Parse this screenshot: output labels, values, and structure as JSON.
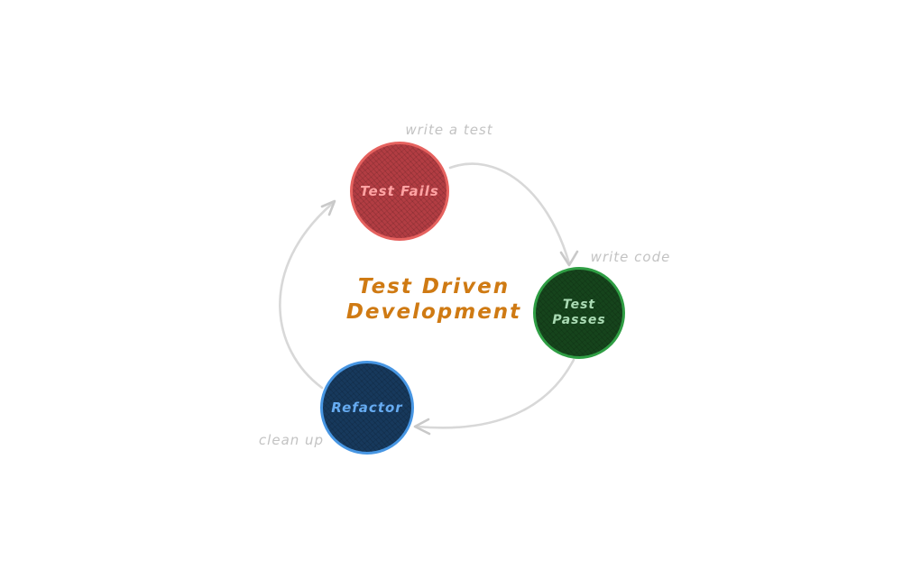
{
  "title": {
    "line1": "Test Driven",
    "line2": "Development",
    "color": "#cf7a13"
  },
  "nodes": [
    {
      "id": "test-fails",
      "label": "Test Fails",
      "fill": "#b23d43",
      "border": "#e6625f",
      "text_color": "#ffa3a3"
    },
    {
      "id": "test-passes",
      "label": "Test Passes",
      "fill": "#16441c",
      "border": "#2f9e44",
      "text_color": "#aadbb4"
    },
    {
      "id": "refactor",
      "label": "Refactor",
      "fill": "#17395c",
      "border": "#4796e3",
      "text_color": "#66abf1"
    }
  ],
  "edges": [
    {
      "id": "refactor-to-test-fails",
      "from": "refactor",
      "to": "test-fails",
      "label": "write a test"
    },
    {
      "id": "test-fails-to-test-passes",
      "from": "test-fails",
      "to": "test-passes",
      "label": "write code"
    },
    {
      "id": "test-passes-to-refactor",
      "from": "test-passes",
      "to": "refactor",
      "label": "clean up"
    }
  ],
  "colors": {
    "edge_stroke": "#d8d8d8",
    "edge_label": "#c3c3c3",
    "background": "#ffffff"
  }
}
